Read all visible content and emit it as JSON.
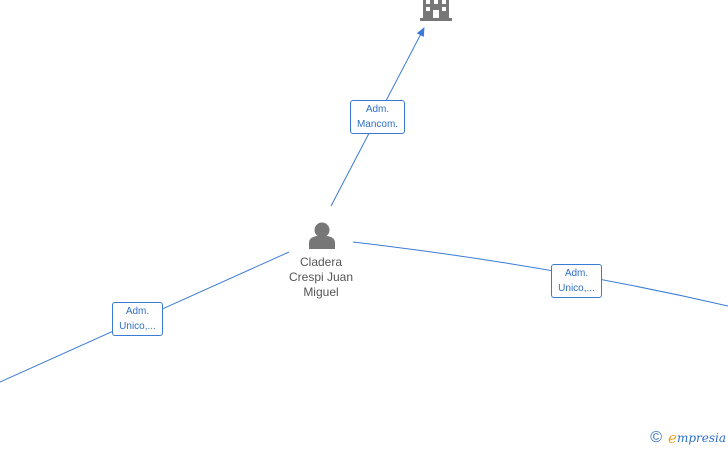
{
  "nodes": {
    "person": {
      "name_lines": [
        "Cladera",
        "Crespi Juan",
        "Miguel"
      ],
      "icon": "person-icon",
      "color": "#777777"
    },
    "company": {
      "icon": "building-icon",
      "color": "#777777"
    }
  },
  "edges": [
    {
      "id": "to-company",
      "label_lines": [
        "Adm.",
        "Mancom."
      ]
    },
    {
      "id": "to-left",
      "label_lines": [
        "Adm.",
        "Unico,..."
      ]
    },
    {
      "id": "to-right",
      "label_lines": [
        "Adm.",
        "Unico,..."
      ]
    }
  ],
  "colors": {
    "edge": "#3a7bd5",
    "label_text": "#2f6fc7",
    "watermark_e": "#f0a020"
  },
  "watermark": {
    "copyright_symbol": "©",
    "brand_initial": "e",
    "brand_rest": "mpresia"
  }
}
